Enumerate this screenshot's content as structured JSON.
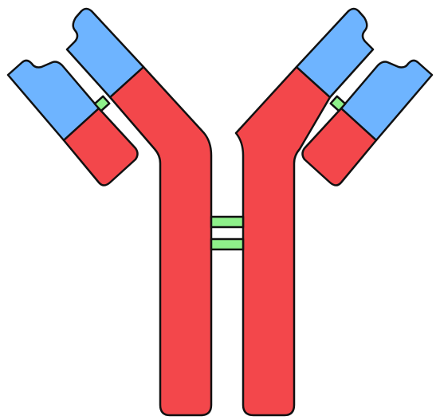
{
  "figure": {
    "subject": "antibody",
    "colors": {
      "heavy_chain_constant": "#f3474b",
      "variable_region": "#6eb4ff",
      "disulfide_bond": "#8ef08a",
      "outline": "#111111",
      "background": "#ffffff"
    },
    "parts": {
      "heavy_chains": 2,
      "light_chains": 2,
      "hinge_disulfide_bonds": 2,
      "arm_disulfide_bonds": 2
    }
  }
}
